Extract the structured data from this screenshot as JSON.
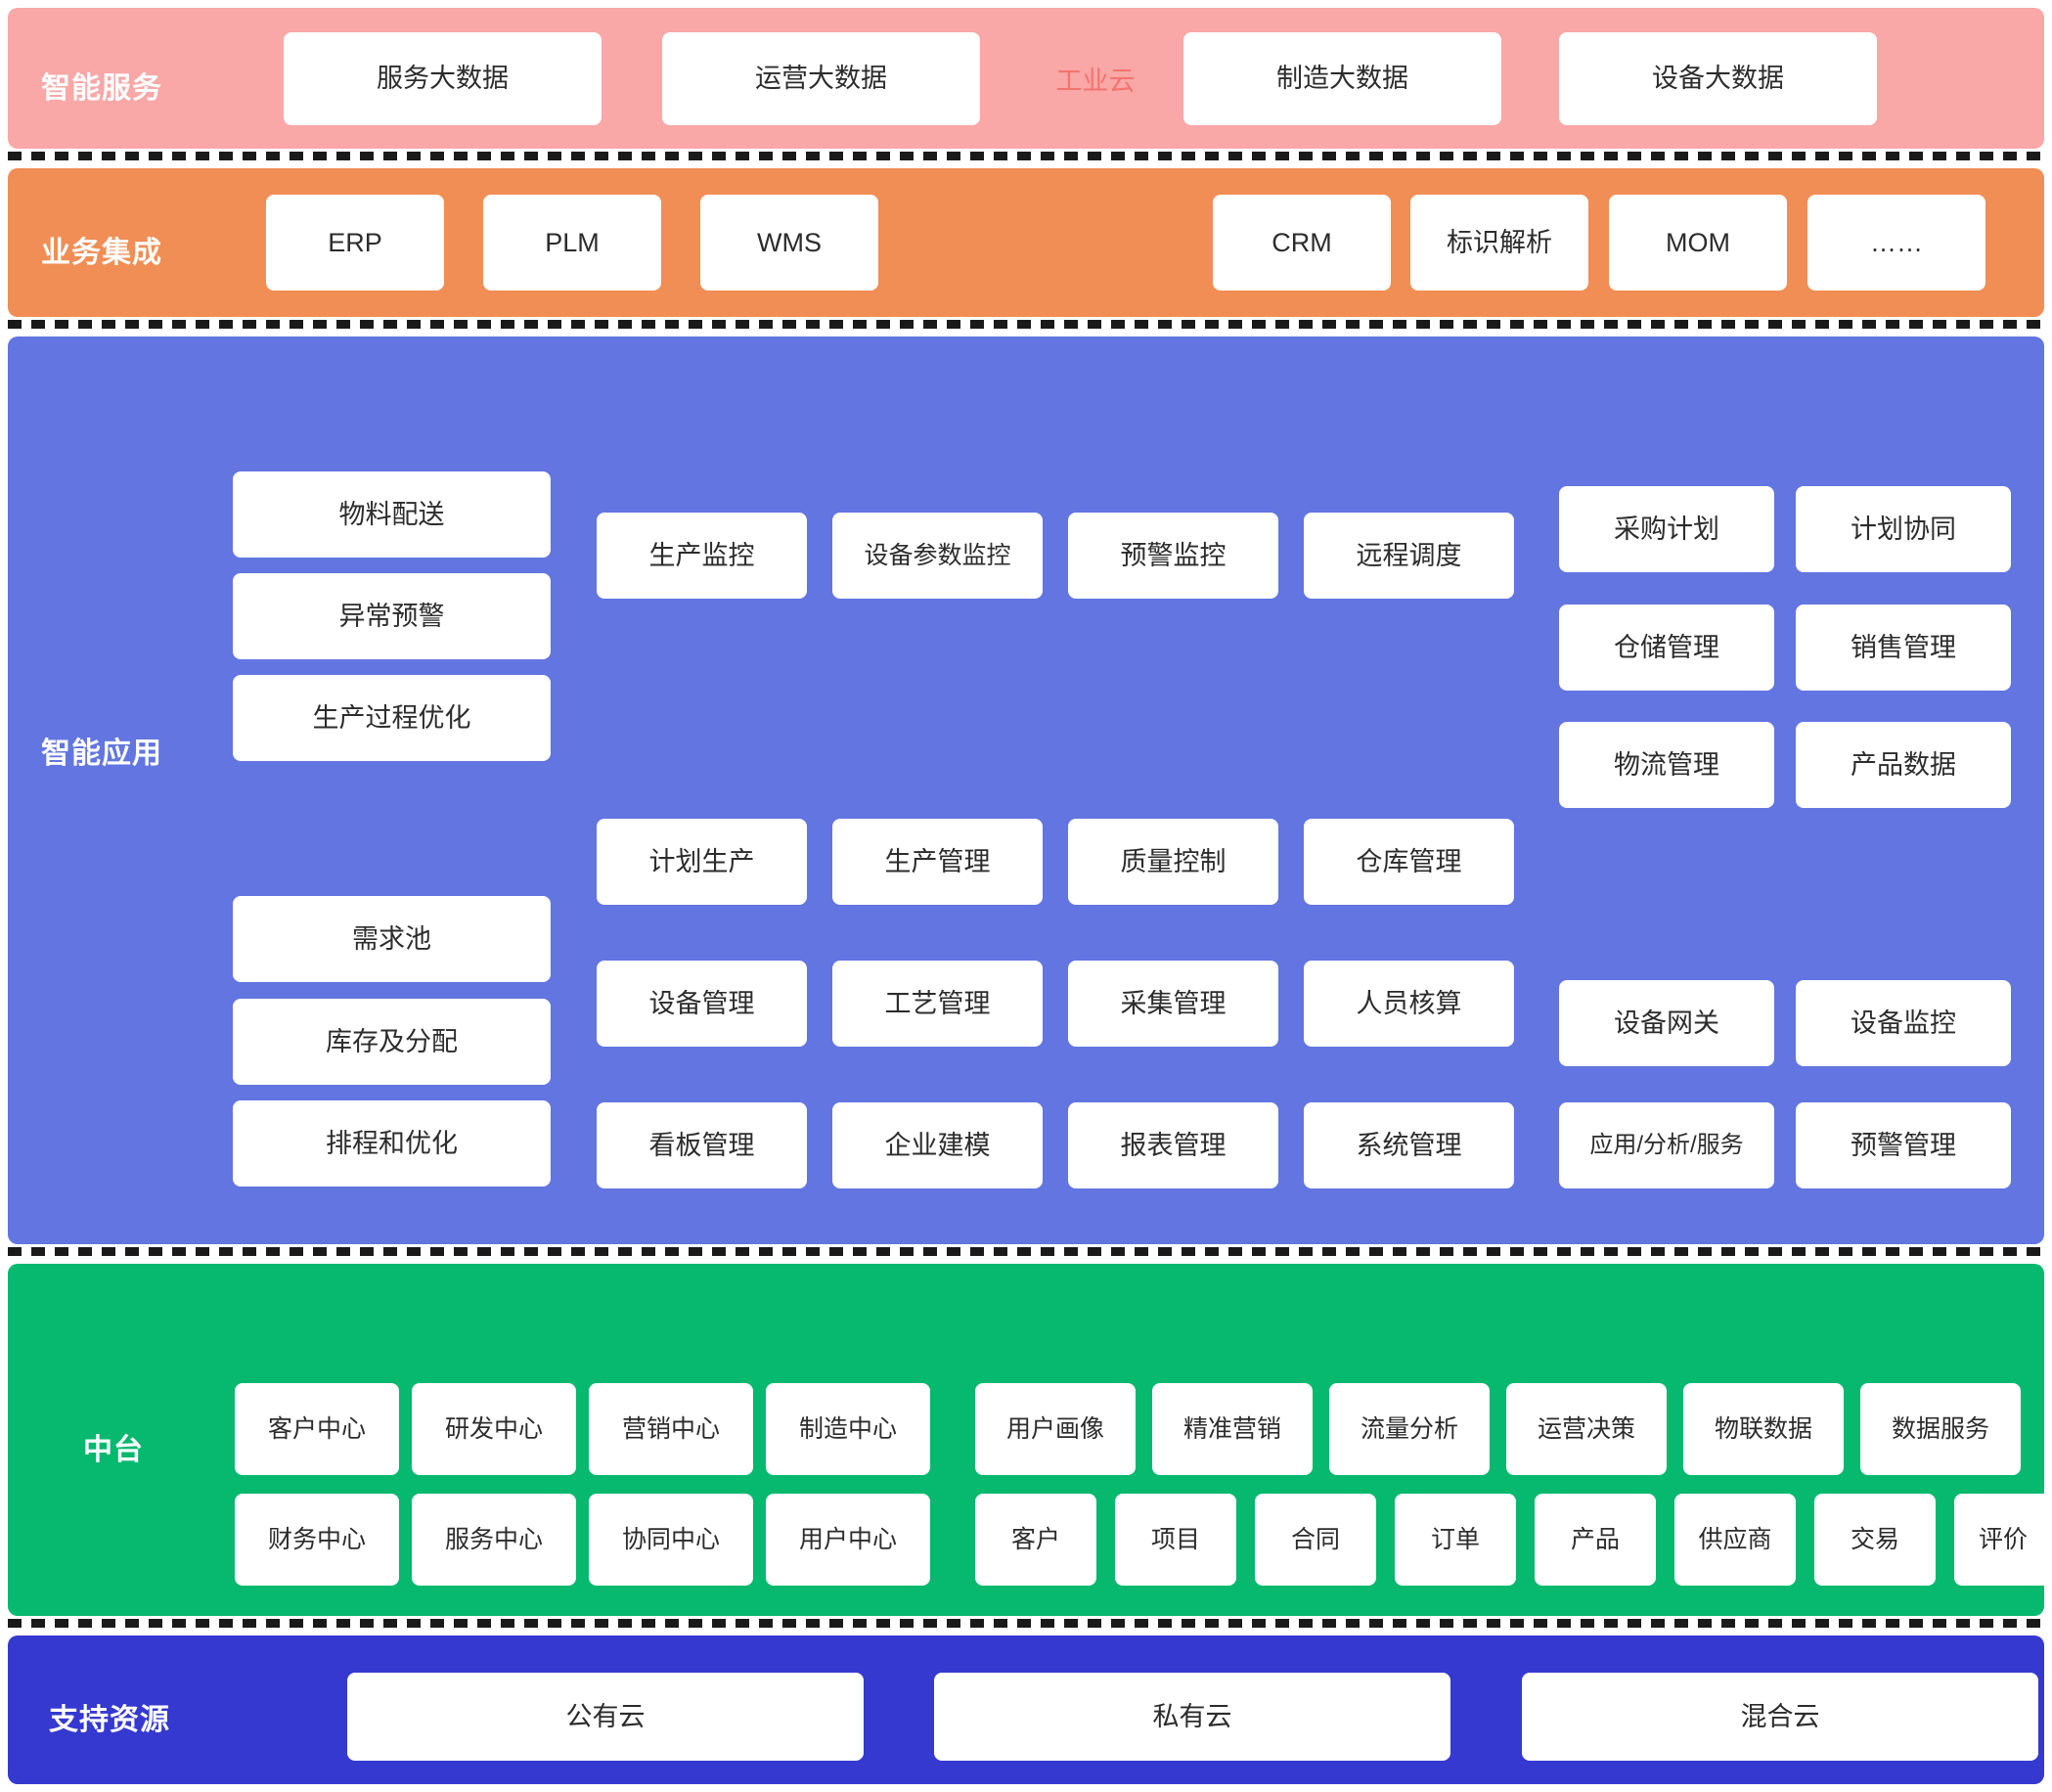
{
  "colors": {
    "service_band": "#f9a7a7",
    "business_band": "#f08e55",
    "apps_band": "#6275e0",
    "middle_band": "#07b86f",
    "resource_band": "#3539cf",
    "card_bg": "#ffffff",
    "card_text": "#2c2c2c",
    "band_title_text": "#ffffff",
    "industrial_cloud_text": "#f2746f"
  },
  "layers": {
    "service": {
      "title": "智能服务",
      "cards": [
        {
          "label": "服务大数据"
        },
        {
          "label": "运营大数据"
        },
        {
          "label": "制造大数据"
        },
        {
          "label": "设备大数据"
        }
      ],
      "plain_label": "工业云"
    },
    "business": {
      "title": "业务集成",
      "group_left": [
        {
          "label": "ERP"
        },
        {
          "label": "PLM"
        },
        {
          "label": "WMS"
        }
      ],
      "group_right": [
        {
          "label": "CRM"
        },
        {
          "label": "标识解析"
        },
        {
          "label": "MOM"
        },
        {
          "label": "……"
        }
      ]
    },
    "apps": {
      "title": "智能应用",
      "col_left_top": [
        {
          "label": "物料配送"
        },
        {
          "label": "异常预警"
        },
        {
          "label": "生产过程优化"
        }
      ],
      "col_left_bottom": [
        {
          "label": "需求池"
        },
        {
          "label": "库存及分配"
        },
        {
          "label": "排程和优化"
        }
      ],
      "grid_center_row1": [
        {
          "label": "生产监控"
        },
        {
          "label": "设备参数监控"
        },
        {
          "label": "预警监控"
        },
        {
          "label": "远程调度"
        }
      ],
      "grid_center_row2": [
        {
          "label": "计划生产"
        },
        {
          "label": "生产管理"
        },
        {
          "label": "质量控制"
        },
        {
          "label": "仓库管理"
        }
      ],
      "grid_center_row3": [
        {
          "label": "设备管理"
        },
        {
          "label": "工艺管理"
        },
        {
          "label": "采集管理"
        },
        {
          "label": "人员核算"
        }
      ],
      "grid_center_row4": [
        {
          "label": "看板管理"
        },
        {
          "label": "企业建模"
        },
        {
          "label": "报表管理"
        },
        {
          "label": "系统管理"
        }
      ],
      "grid_right_top": [
        {
          "label": "采购计划"
        },
        {
          "label": "计划协同"
        },
        {
          "label": "仓储管理"
        },
        {
          "label": "销售管理"
        },
        {
          "label": "物流管理"
        },
        {
          "label": "产品数据"
        }
      ],
      "grid_right_bottom": [
        {
          "label": "设备网关"
        },
        {
          "label": "设备监控"
        },
        {
          "label": "应用/分析/服务"
        },
        {
          "label": "预警管理"
        }
      ]
    },
    "middle": {
      "title": "中台",
      "group_left_row1": [
        {
          "label": "客户中心"
        },
        {
          "label": "研发中心"
        },
        {
          "label": "营销中心"
        },
        {
          "label": "制造中心"
        }
      ],
      "group_left_row2": [
        {
          "label": "财务中心"
        },
        {
          "label": "服务中心"
        },
        {
          "label": "协同中心"
        },
        {
          "label": "用户中心"
        }
      ],
      "group_right_row1": [
        {
          "label": "用户画像"
        },
        {
          "label": "精准营销"
        },
        {
          "label": "流量分析"
        },
        {
          "label": "运营决策"
        },
        {
          "label": "物联数据"
        },
        {
          "label": "数据服务"
        }
      ],
      "group_right_row2": [
        {
          "label": "客户"
        },
        {
          "label": "项目"
        },
        {
          "label": "合同"
        },
        {
          "label": "订单"
        },
        {
          "label": "产品"
        },
        {
          "label": "供应商"
        },
        {
          "label": "交易"
        },
        {
          "label": "评价"
        }
      ]
    },
    "resource": {
      "title": "支持资源",
      "cards": [
        {
          "label": "公有云"
        },
        {
          "label": "私有云"
        },
        {
          "label": "混合云"
        }
      ]
    }
  }
}
